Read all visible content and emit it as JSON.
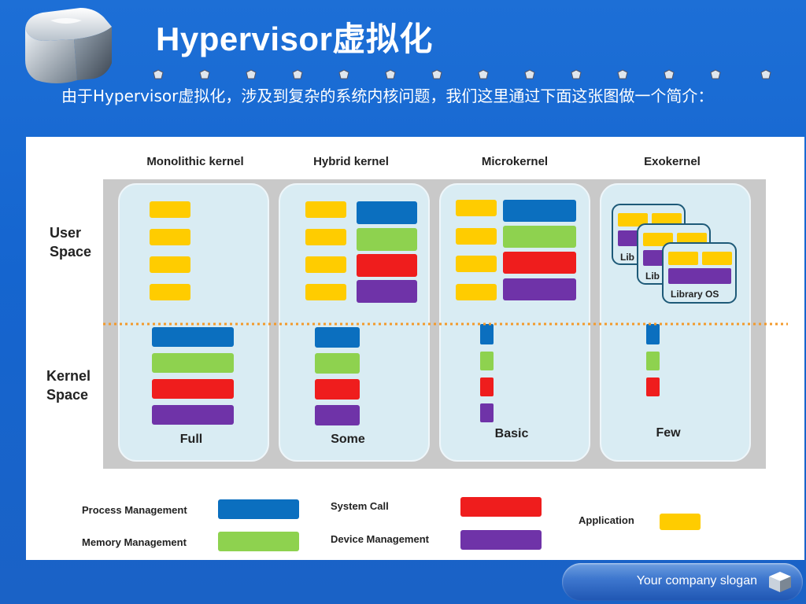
{
  "slide": {
    "title": "Hypervisor虚拟化",
    "intro": "由于Hypervisor虚拟化，涉及到复杂的系统内核问题，我们这里通过下面这张图做一个简介：",
    "slogan": "Your company slogan"
  },
  "diagram": {
    "columns": [
      {
        "header": "Monolithic kernel",
        "kernel_level": "Full"
      },
      {
        "header": "Hybrid kernel",
        "kernel_level": "Some"
      },
      {
        "header": "Microkernel",
        "kernel_level": "Basic"
      },
      {
        "header": "Exokernel",
        "kernel_level": "Few"
      }
    ],
    "rows": {
      "user_space": "User\nSpace",
      "kernel_space": "Kernel\nSpace"
    },
    "library_os": [
      "Lib",
      "Lib",
      "Library OS"
    ],
    "legend": [
      {
        "label": "Process Management",
        "color": "#0b6fbf"
      },
      {
        "label": "Memory Management",
        "color": "#8ed24f"
      },
      {
        "label": "System Call",
        "color": "#ef1d1d"
      },
      {
        "label": "Device Management",
        "color": "#6f33a8"
      },
      {
        "label": "Application",
        "color": "#ffcc00"
      }
    ],
    "colors": {
      "panel_bg": "#c9c9c9",
      "column_fill": "#d9ecf3",
      "divider": "#f39a2b"
    }
  }
}
